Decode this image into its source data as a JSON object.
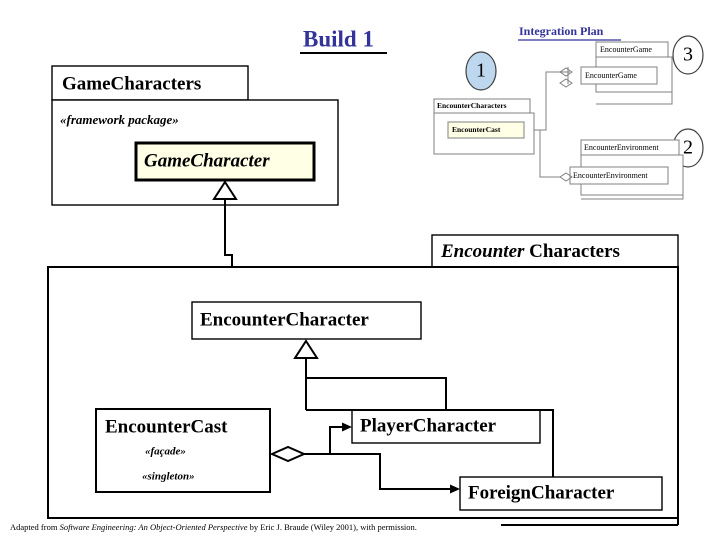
{
  "slide": {
    "title": "Build 1",
    "title_color": "#333399",
    "background": "#ffffff"
  },
  "integration_plan": {
    "title": "Integration Plan",
    "title_color": "#333399",
    "steps": [
      {
        "number": "1",
        "oval_color": "#BDD7EE"
      },
      {
        "number": "2",
        "oval_color": "#ffffff"
      },
      {
        "number": "3",
        "oval_color": "#ffffff"
      }
    ],
    "packages": [
      {
        "name": "EncounterCharacters",
        "class": "EncounterCast"
      },
      {
        "name": "EncounterGame",
        "class": "EncounterGame"
      },
      {
        "name": "EncounterEnvironment",
        "class": "EncounterEnvironment"
      }
    ]
  },
  "game_characters_package": {
    "tab_label": "GameCharacters",
    "stereotype": "«framework package»",
    "classes": [
      {
        "name": "GameCharacter",
        "fill": "#FFFFE6",
        "italic": true
      }
    ]
  },
  "encounter_characters_package": {
    "tab_label_italic": "Encounter",
    "tab_label_roman": " Characters",
    "classes": [
      {
        "name": "EncounterCharacter",
        "fill": "#ffffff",
        "italic": false
      },
      {
        "name": "EncounterCast",
        "fill": "#ffffff",
        "italic": false,
        "stereotypes": [
          "«façade»",
          "«singleton»"
        ]
      },
      {
        "name": "PlayerCharacter",
        "fill": "#ffffff",
        "italic": false
      },
      {
        "name": "ForeignCharacter",
        "fill": "#ffffff",
        "italic": false
      }
    ]
  },
  "relationships": [
    {
      "kind": "generalization",
      "from": "EncounterCharacter",
      "to": "GameCharacter"
    },
    {
      "kind": "generalization",
      "from": "PlayerCharacter",
      "to": "EncounterCharacter"
    },
    {
      "kind": "generalization",
      "from": "ForeignCharacter",
      "to": "EncounterCharacter"
    },
    {
      "kind": "aggregation",
      "from": "EncounterCast",
      "to": "PlayerCharacter"
    },
    {
      "kind": "aggregation",
      "from": "EncounterCast",
      "to": "ForeignCharacter"
    }
  ],
  "footer": {
    "part1": "Adapted from ",
    "part2": "Software Engineering: An Object-Oriented Perspective",
    "part3": " by Eric J. Braude (Wiley 2001), with permission."
  }
}
